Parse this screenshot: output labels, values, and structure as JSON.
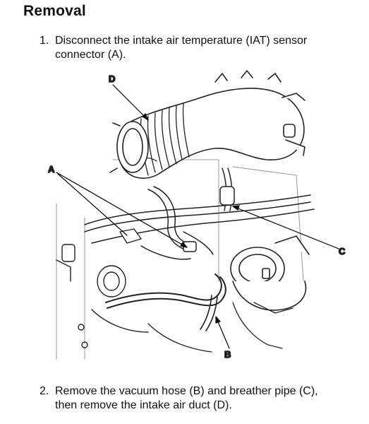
{
  "section": {
    "title": "Removal"
  },
  "steps": [
    {
      "number": "1.",
      "lines": [
        "Disconnect the intake air temperature (IAT) sensor",
        "connector (A)."
      ]
    },
    {
      "number": "2.",
      "lines": [
        "Remove the vacuum hose (B) and breather pipe (C),",
        "then remove the intake air duct (D)."
      ]
    }
  ],
  "figure": {
    "callouts": {
      "a": "A",
      "b": "B",
      "c": "C",
      "d": "D"
    }
  }
}
